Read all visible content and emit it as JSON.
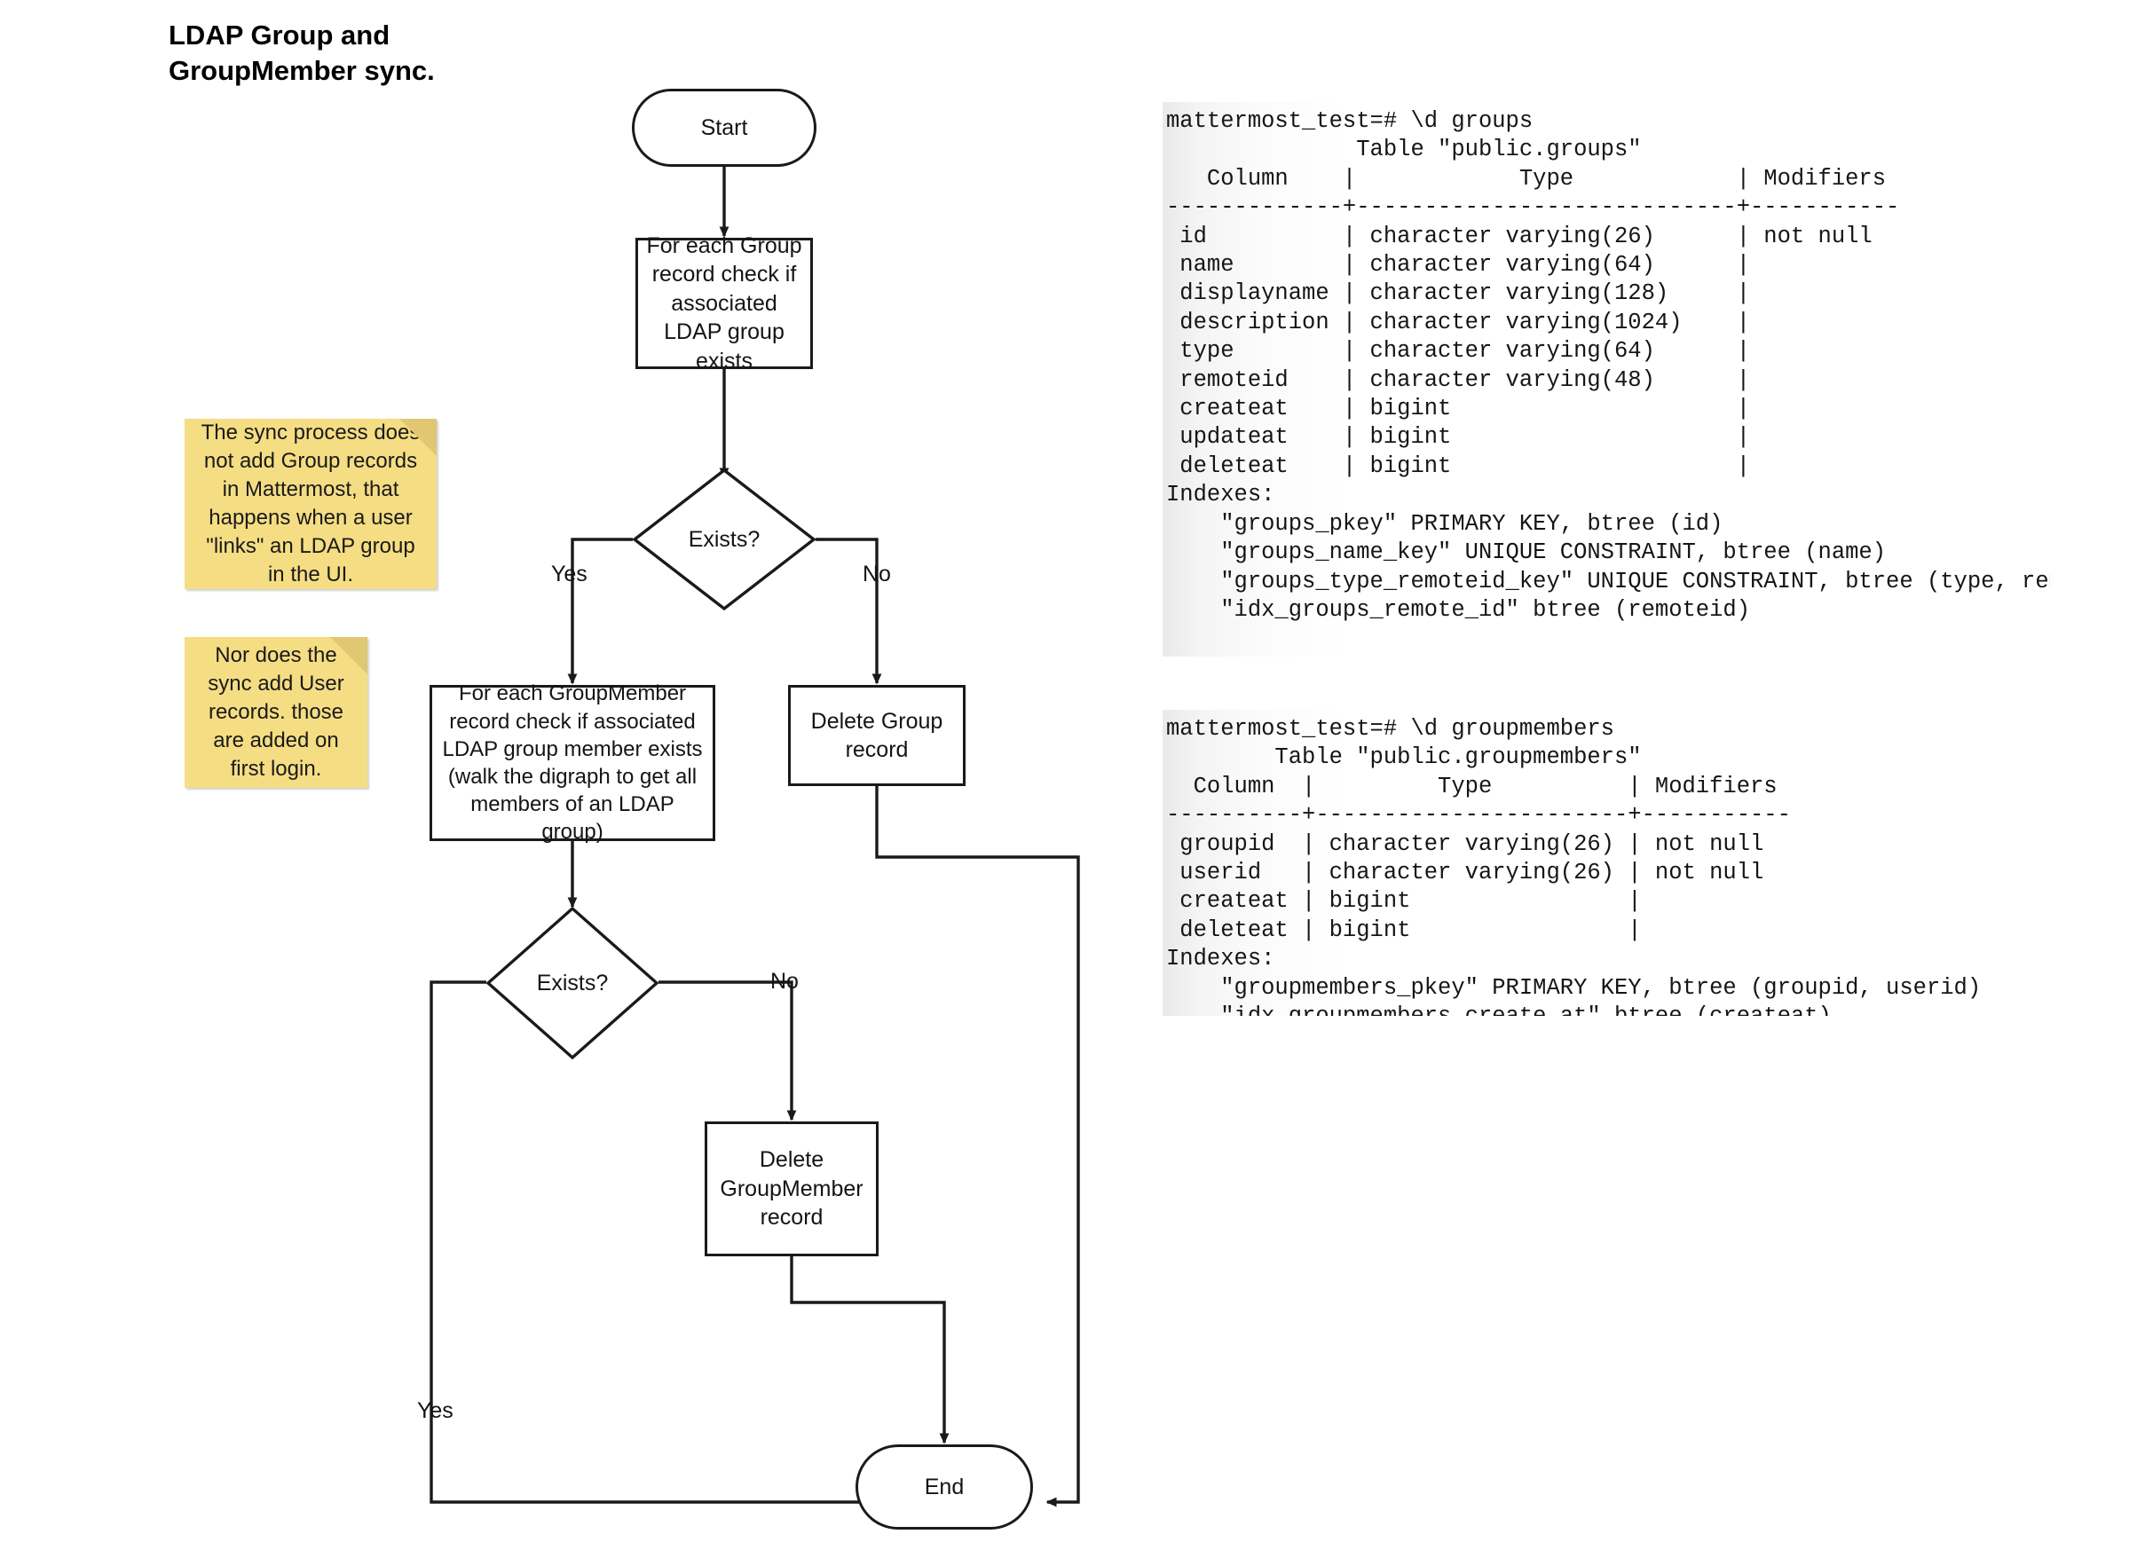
{
  "title": {
    "line1": "LDAP Group and",
    "line2": "GroupMember sync."
  },
  "flowchart": {
    "nodes": {
      "start": "Start",
      "check_group": "For each Group record check if associated LDAP group exists",
      "exists_1": "Exists?",
      "check_groupmember": "For each GroupMember record check if associated LDAP group member exists (walk the digraph to get all members of an LDAP group)",
      "delete_group": "Delete Group record",
      "exists_2": "Exists?",
      "delete_groupmember": "Delete GroupMember record",
      "end": "End"
    },
    "edge_labels": {
      "yes_1": "Yes",
      "no_1": "No",
      "no_2": "No",
      "yes_2": "Yes"
    }
  },
  "notes": [
    {
      "id": "note-group-records",
      "text": "The sync process does not add Group records in Mattermost, that happens when a user \"links\" an LDAP group in the UI."
    },
    {
      "id": "note-user-records",
      "text": "Nor does the sync add User records. those are added on first login."
    }
  ],
  "terminals": [
    {
      "id": "groups",
      "lines": [
        "mattermost_test=# \\d groups",
        "              Table \"public.groups\"",
        "   Column    |            Type            | Modifiers",
        "-------------+----------------------------+-----------",
        " id          | character varying(26)      | not null",
        " name        | character varying(64)      |",
        " displayname | character varying(128)     |",
        " description | character varying(1024)    |",
        " type        | character varying(64)      |",
        " remoteid    | character varying(48)      |",
        " createat    | bigint                     |",
        " updateat    | bigint                     |",
        " deleteat    | bigint                     |",
        "Indexes:",
        "    \"groups_pkey\" PRIMARY KEY, btree (id)",
        "    \"groups_name_key\" UNIQUE CONSTRAINT, btree (name)",
        "    \"groups_type_remoteid_key\" UNIQUE CONSTRAINT, btree (type, remoteid)",
        "    \"idx_groups_remote_id\" btree (remoteid)",
        "",
        "         _"
      ]
    },
    {
      "id": "groupmembers",
      "lines": [
        "mattermost_test=# \\d groupmembers",
        "        Table \"public.groupmembers\"",
        "  Column  |         Type          | Modifiers",
        "----------+-----------------------+-----------",
        " groupid  | character varying(26) | not null",
        " userid   | character varying(26) | not null",
        " createat | bigint                |",
        " deleteat | bigint                |",
        "Indexes:",
        "    \"groupmembers_pkey\" PRIMARY KEY, btree (groupid, userid)",
        "    \"idx_groupmembers_create_at\" btree (createat)"
      ]
    }
  ],
  "colors": {
    "note_bg": "#f5dd83",
    "note_fold": "#dfc871",
    "stroke": "#1a1a1a",
    "text": "#141414",
    "background": "#ffffff"
  }
}
